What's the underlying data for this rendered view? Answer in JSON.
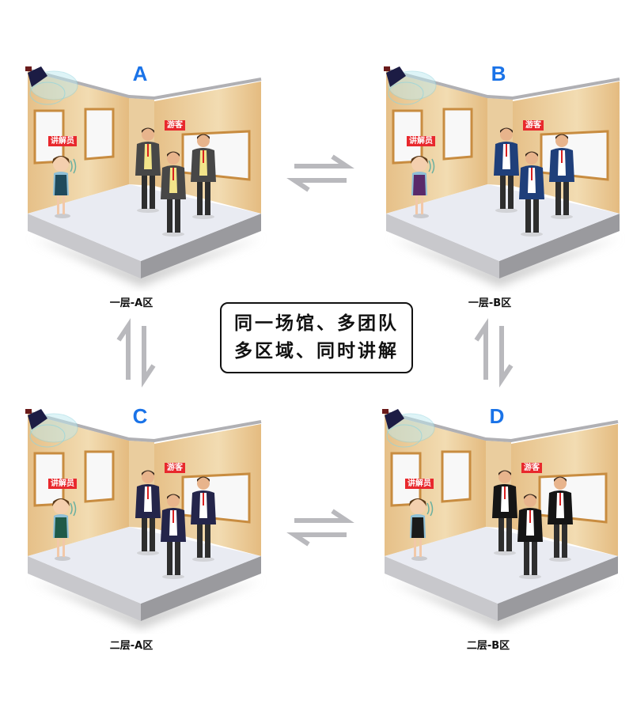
{
  "center_text": {
    "line1": "同一场馆、多团队",
    "line2": "多区域、同时讲解"
  },
  "zones": [
    {
      "letter": "A",
      "caption": "一层-A区",
      "guide_label": "讲解员",
      "visitor_label": "游客",
      "suit_color": "#474747",
      "vest_color": "#f2e48a",
      "guide_color": "#1f4a5c"
    },
    {
      "letter": "B",
      "caption": "一层-B区",
      "guide_label": "讲解员",
      "visitor_label": "游客",
      "suit_color": "#1f3f7a",
      "vest_color": "#ffffff",
      "guide_color": "#5a2a6a"
    },
    {
      "letter": "C",
      "caption": "二层-A区",
      "guide_label": "讲解员",
      "visitor_label": "游客",
      "suit_color": "#24254a",
      "vest_color": "#ffffff",
      "guide_color": "#1f5a48"
    },
    {
      "letter": "D",
      "caption": "二层-B区",
      "guide_label": "讲解员",
      "visitor_label": "游客",
      "suit_color": "#151515",
      "vest_color": "#ffffff",
      "guide_color": "#1a1a1a"
    }
  ],
  "colors": {
    "accent": "#1a73e8",
    "tag": "#e8282d",
    "arrow": "#b9b9bd",
    "wall": "#e8c48a"
  }
}
